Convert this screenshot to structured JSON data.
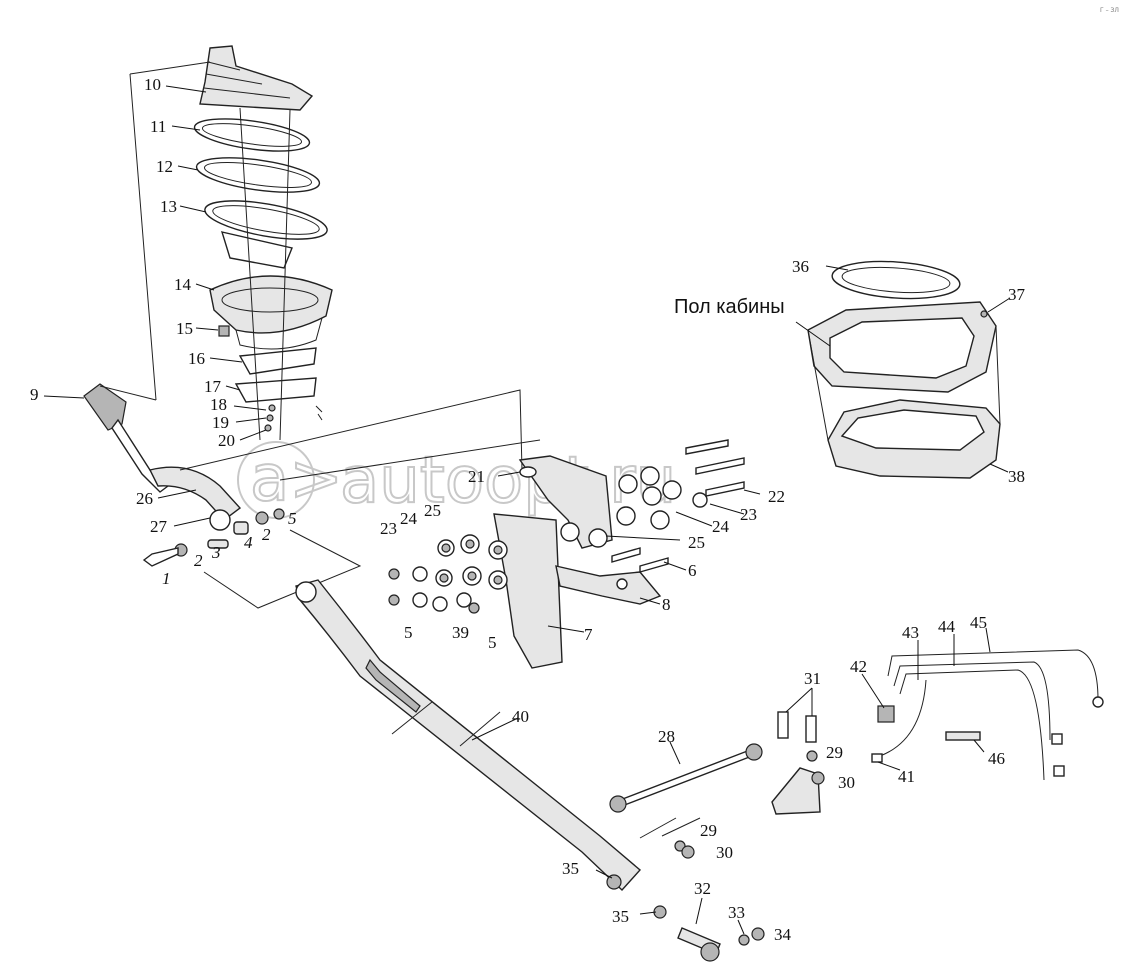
{
  "watermark": "autoopt.ru",
  "corner_mark": "Г – ЗЛ",
  "floor_label": "Пол кабины",
  "callouts": [
    {
      "id": "c10",
      "text": "10"
    },
    {
      "id": "c11",
      "text": "11"
    },
    {
      "id": "c12",
      "text": "12"
    },
    {
      "id": "c13",
      "text": "13"
    },
    {
      "id": "c14",
      "text": "14"
    },
    {
      "id": "c15",
      "text": "15"
    },
    {
      "id": "c16",
      "text": "16"
    },
    {
      "id": "c17",
      "text": "17"
    },
    {
      "id": "c18",
      "text": "18"
    },
    {
      "id": "c19",
      "text": "19"
    },
    {
      "id": "c20",
      "text": "20"
    },
    {
      "id": "c9",
      "text": "9"
    },
    {
      "id": "c26",
      "text": "26"
    },
    {
      "id": "c27",
      "text": "27"
    },
    {
      "id": "c2a",
      "text": "2"
    },
    {
      "id": "c5a",
      "text": "5"
    },
    {
      "id": "c4",
      "text": "4"
    },
    {
      "id": "c3",
      "text": "3"
    },
    {
      "id": "c2b",
      "text": "2"
    },
    {
      "id": "c1",
      "text": "1"
    },
    {
      "id": "c21",
      "text": "21"
    },
    {
      "id": "c22",
      "text": "22"
    },
    {
      "id": "c23a",
      "text": "23"
    },
    {
      "id": "c24a",
      "text": "24"
    },
    {
      "id": "c25a",
      "text": "25"
    },
    {
      "id": "c23b",
      "text": "23"
    },
    {
      "id": "c24b",
      "text": "24"
    },
    {
      "id": "c25b",
      "text": "25"
    },
    {
      "id": "c6",
      "text": "6"
    },
    {
      "id": "c8",
      "text": "8"
    },
    {
      "id": "c7",
      "text": "7"
    },
    {
      "id": "c5b",
      "text": "5"
    },
    {
      "id": "c39",
      "text": "39"
    },
    {
      "id": "c5c",
      "text": "5"
    },
    {
      "id": "c36",
      "text": "36"
    },
    {
      "id": "c37",
      "text": "37"
    },
    {
      "id": "c38",
      "text": "38"
    },
    {
      "id": "c40",
      "text": "40"
    },
    {
      "id": "c28",
      "text": "28"
    },
    {
      "id": "c31",
      "text": "31"
    },
    {
      "id": "c29a",
      "text": "29"
    },
    {
      "id": "c30a",
      "text": "30"
    },
    {
      "id": "c29b",
      "text": "29"
    },
    {
      "id": "c30b",
      "text": "30"
    },
    {
      "id": "c35a",
      "text": "35"
    },
    {
      "id": "c35b",
      "text": "35"
    },
    {
      "id": "c32",
      "text": "32"
    },
    {
      "id": "c33",
      "text": "33"
    },
    {
      "id": "c34",
      "text": "34"
    },
    {
      "id": "c42",
      "text": "42"
    },
    {
      "id": "c43",
      "text": "43"
    },
    {
      "id": "c44",
      "text": "44"
    },
    {
      "id": "c45",
      "text": "45"
    },
    {
      "id": "c41",
      "text": "41"
    },
    {
      "id": "c46",
      "text": "46"
    }
  ]
}
